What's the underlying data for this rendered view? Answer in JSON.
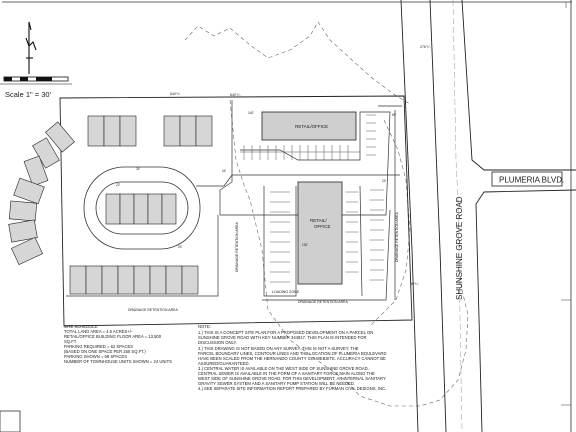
{
  "scale": {
    "label": "Scale 1\" = 30'"
  },
  "roads": {
    "sunshine": "SHUNSHINE GROVE ROAD",
    "plumeria": "PLUMERIA BLVD."
  },
  "buildings": {
    "retail_north": "RETAIL/OFFICE",
    "retail_south_1": "RETAIL/",
    "retail_south_2": "OFFICE"
  },
  "drainage": {
    "label": "DRAINAGE RETENTION AREA"
  },
  "loading_zone": "LOADING ZONE",
  "contours": [
    "640'+/-",
    "640'+/-",
    "276'+/-",
    "30'+/-"
  ],
  "dims": [
    "140'",
    "60'",
    "130'",
    "24'",
    "24'",
    "24'",
    "22'",
    "24'"
  ],
  "schedule": [
    "SITE SCHEDULE:",
    "TOTAL LAND AREA = 4.6 ACRES+/-",
    "RETAIL/OFFICE BUILDING FLOOR AREA = 13,500",
    "SQ.FT.",
    "PARKING REQUIRED = 62 SPACES",
    "(BASED ON ONE SPACE PER 250 SQ.FT.)",
    "PARKING SHOWN = 68 SPACES",
    "NUMBER OF TOWNHOUSE UNITS SHOWN = 24 UNITS"
  ],
  "notes": [
    "NOTE:",
    "1.) THIS IS A CONCEPT SITE PLAN FOR A PROPOSED DEVELOPMENT ON A PARCEL ON",
    "SUNSHINE GROVE ROAD WITH KEY NUMBER 344817. THIS PLAN IS INTENDED FOR",
    "DISCUSSION ONLY.",
    "2.) THIS DRAWING IS NOT BASED ON ANY SURVEY. THIS IS NOT A SURVEY. THE",
    "PARCEL BOUNDARY LINES, CONTOUR LINES AND THE LOCATION OF PLUMERIA BOULEVARD",
    "HAVE BEEN SCALED FROM THE HERNANDO COUNTY GIS WEBSITE. ACCURACY CANNOT BE",
    "ASSURED/GUARANTEED.",
    "3.) CENTRAL WATER IS AVAILABLE ON THE WEST SIDE OF SUNSHINE GROVE ROAD.",
    "CENTRAL SEWER IS AVAILABLE IN THE FORM OF A SANITARY FORCE MAIN ALONG THE",
    "WEST SIDE OF SUNSHINE GROVE ROAD. FOR THIS DEVELOPMENT, AN INTERNAL SANITARY",
    "GRAVITY SEWER SYSTEM AND A SANITARY PUMP STATION WILL BE NEEDED.",
    "4.) SEE SEPARATE SITE INFORMATION REPORT PREPARED BY FURMAN CIVIL DESIGNS, INC."
  ]
}
